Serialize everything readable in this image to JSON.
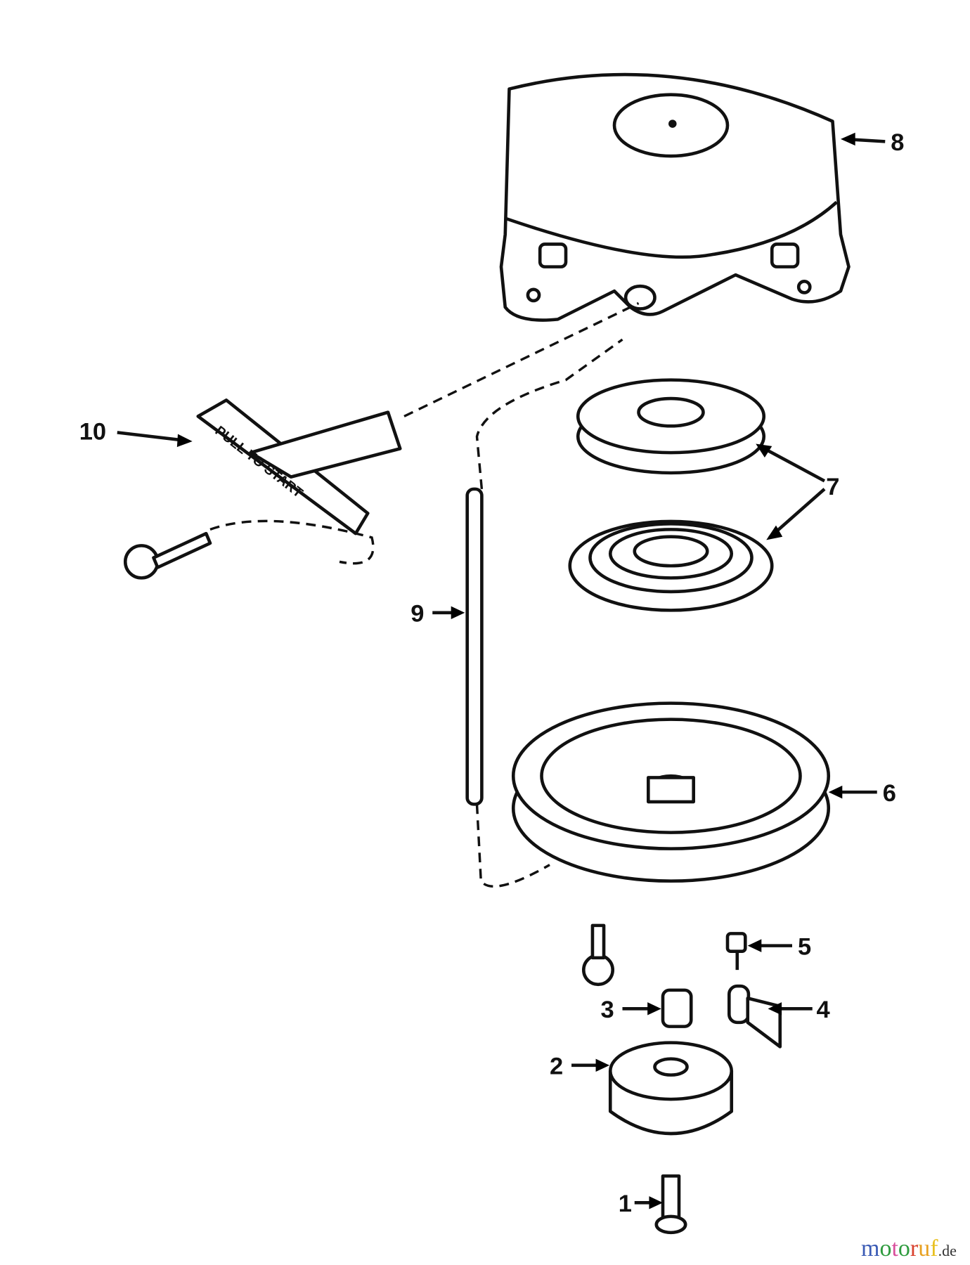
{
  "callouts": {
    "1": "1",
    "2": "2",
    "3": "3",
    "4": "4",
    "5": "5",
    "6": "6",
    "7": "7",
    "8": "8",
    "9": "9",
    "10": "10"
  },
  "handle_text": "PULL TO START",
  "watermark": {
    "name": "motoruf",
    "suffix": ".de",
    "colors": [
      "#3b5bb5",
      "#2e9b3e",
      "#d94f9c",
      "#2e9b3e",
      "#d9412e",
      "#e8a020",
      "#e8c020"
    ]
  }
}
